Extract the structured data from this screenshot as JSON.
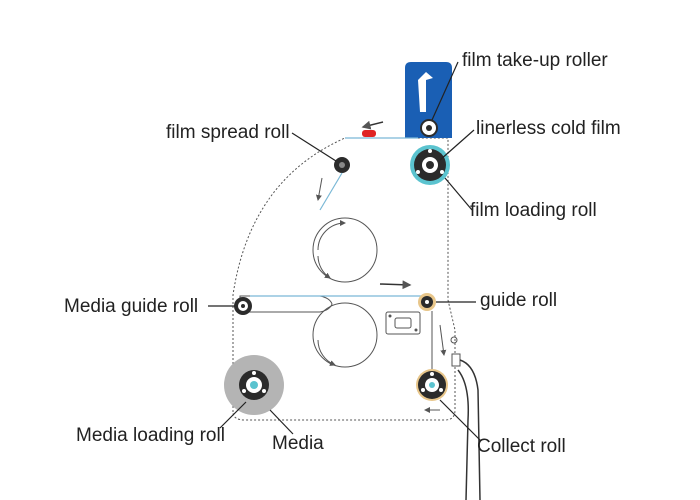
{
  "labels": {
    "film_take_up_roller": "film take-up roller",
    "film_spread_roll": "film spread roll",
    "linerless_cold_film": "linerless cold film",
    "film_loading_roll": "film loading roll",
    "media_guide_roll": "Media guide roll",
    "guide_roll": "guide roll",
    "media_loading_roll": "Media loading roll",
    "media": "Media",
    "collect_roll": "Collect roll"
  },
  "colors": {
    "frame": "#555555",
    "leader": "#222222",
    "take_up_panel": "#1a5fb4",
    "cold_film_ring": "#5bc3cf",
    "media_ring": "#b4b4b4",
    "guide_ring": "#e8c68a",
    "roller": "#2b2b2b",
    "red_tab": "#e02424",
    "film_path": "#7ab8d6"
  },
  "icons": {
    "take_up": "film-take-up-roller-icon",
    "spread": "film-spread-roll-icon",
    "cold_film": "linerless-cold-film-roll-icon",
    "media_guide": "media-guide-roll-icon",
    "guide": "guide-roll-icon",
    "media_loading": "media-loading-roll-icon",
    "collect": "collect-roll-icon"
  }
}
